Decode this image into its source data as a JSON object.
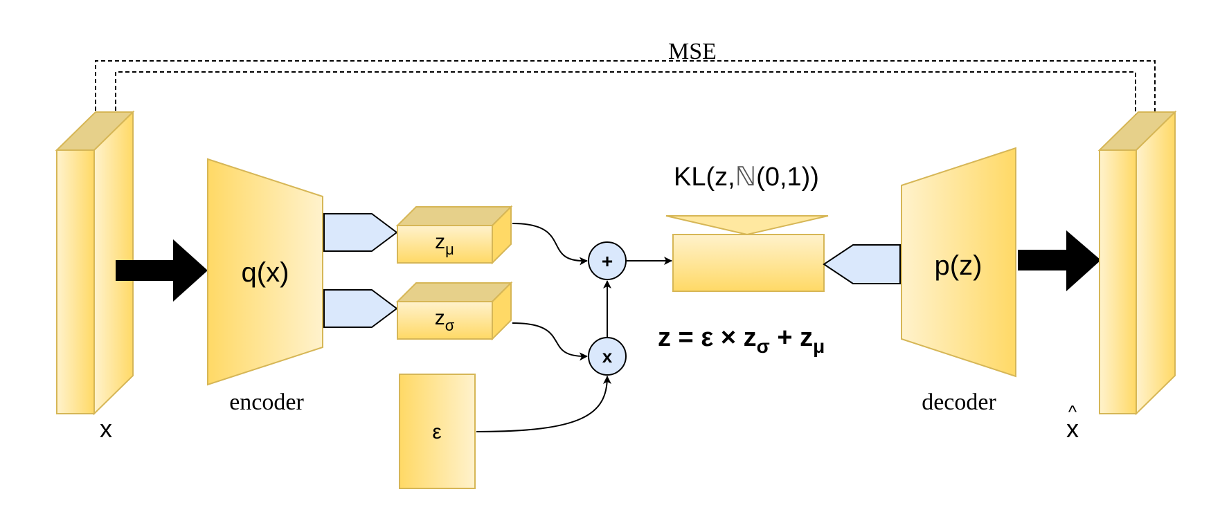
{
  "labels": {
    "mse": "MSE",
    "input": "x",
    "output": "x",
    "output_hat": "^",
    "encoder_fn": "q(x)",
    "encoder": "encoder",
    "decoder_fn": "p(z)",
    "decoder": "decoder",
    "z_mu_base": "z",
    "z_mu_sub": "μ",
    "z_sigma_base": "z",
    "z_sigma_sub": "σ",
    "epsilon": "ε",
    "plus_op": "+",
    "times_op": "x",
    "kl_prefix": "KL(z,",
    "kl_set": "ℕ",
    "kl_suffix": "(0,1))",
    "eq_lhs": "z = ε × z",
    "eq_sub_sigma": "σ",
    "eq_plus": " + z",
    "eq_sub_mu": "μ"
  },
  "colors": {
    "block_fill_light": "#fff2cc",
    "block_fill_dark": "#ffd966",
    "block_stroke": "#d6b656",
    "node_fill": "#dae8fc",
    "node_stroke": "#000000",
    "arrow": "#000000"
  }
}
